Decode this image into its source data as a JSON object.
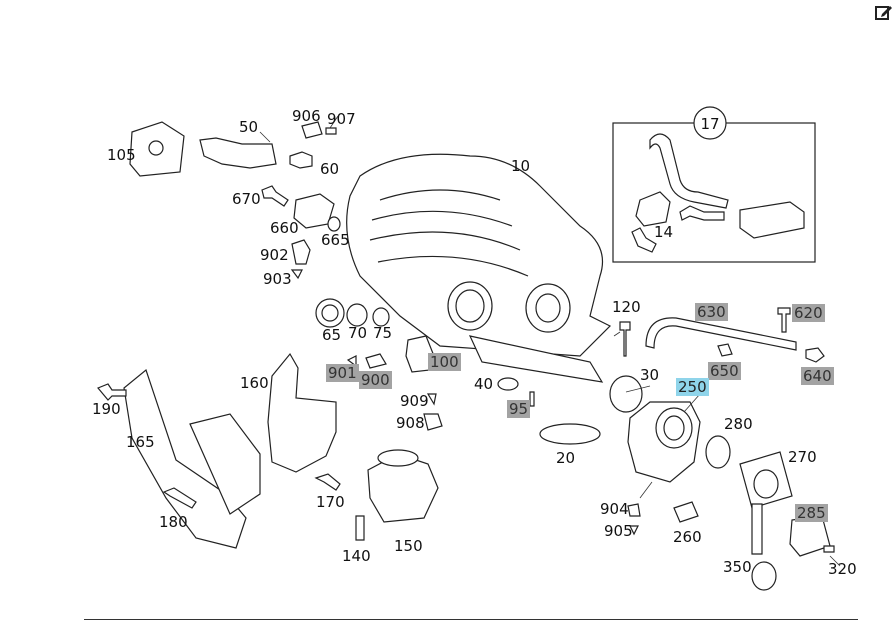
{
  "toolbar": {
    "edit_icon": "edit-icon"
  },
  "callout": {
    "group": "17"
  },
  "labels": {
    "l105": "105",
    "l50": "50",
    "l906": "906",
    "l907": "907",
    "l60": "60",
    "l10": "10",
    "l670": "670",
    "l660": "660",
    "l665": "665",
    "l902": "902",
    "l903": "903",
    "l14": "14",
    "l120": "120",
    "l630": "630",
    "l620": "620",
    "l65": "65",
    "l70": "70",
    "l75": "75",
    "l901": "901",
    "l900": "900",
    "l100": "100",
    "l650": "650",
    "l640": "640",
    "l30": "30",
    "l40": "40",
    "l250": "250",
    "l95": "95",
    "l160": "160",
    "l190": "190",
    "l909": "909",
    "l908": "908",
    "l280": "280",
    "l165": "165",
    "l20": "20",
    "l270": "270",
    "l170": "170",
    "l904": "904",
    "l180": "180",
    "l905": "905",
    "l260": "260",
    "l285": "285",
    "l140": "140",
    "l150": "150",
    "l350": "350",
    "l320": "320"
  },
  "colors": {
    "highlight": "#a3a3a3",
    "selected": "#8fd4ea"
  }
}
